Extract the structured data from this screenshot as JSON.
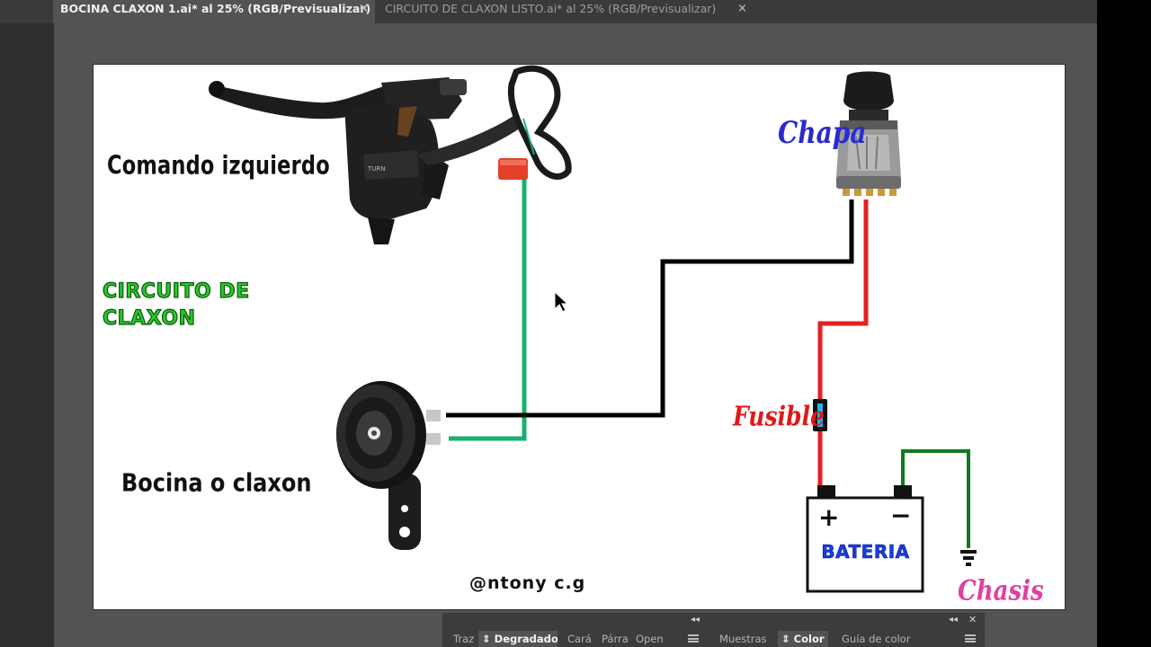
{
  "tabs": [
    {
      "label": "BOCINA CLAXON 1.ai* al 25% (RGB/Previsualizar)",
      "close": "×",
      "active": true
    },
    {
      "label": "CIRCUITO DE CLAXON LISTO.ai* al 25% (RGB/Previsualizar)",
      "close": "×",
      "active": false
    }
  ],
  "artboard": {
    "comando_label": "Comando izquierdo",
    "circuito_title_line1": "CIRCUITO DE",
    "circuito_title_line2": "CLAXON",
    "bocina_label": "Bocina o claxon",
    "autor_label": "@ntony c.g",
    "chapa_label": "Chapa",
    "fusible_label": "Fusible",
    "bateria_label": "BATERIA",
    "plus_sign": "+",
    "minus_sign": "−",
    "chasis_label": "Chasis"
  },
  "wire_colors": {
    "green": "#18b070",
    "black": "#000000",
    "red": "#e62020",
    "dark_green": "#0e7a1e"
  },
  "panel": {
    "collapse_left": "◂◂",
    "collapse_right": "◂◂",
    "close": "✕",
    "tabs": [
      {
        "label": "Traz",
        "active": false
      },
      {
        "label": "Degradado",
        "active": true
      },
      {
        "label": "Cará",
        "active": false
      },
      {
        "label": "Párra",
        "active": false
      },
      {
        "label": "Open",
        "active": false
      },
      {
        "label": "Muestras",
        "active": false
      },
      {
        "label": "Color",
        "active": true
      },
      {
        "label": "Guía de color",
        "active": false
      }
    ]
  }
}
